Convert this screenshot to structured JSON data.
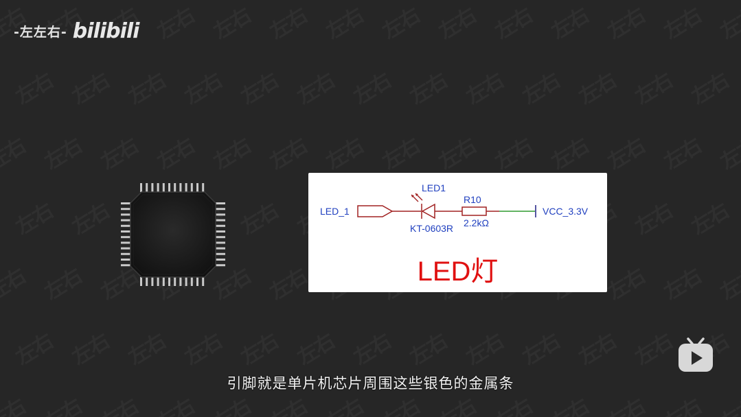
{
  "brand": {
    "channel_name": "-左左右-",
    "logo_text": "bilibili"
  },
  "watermark": {
    "text": "左右"
  },
  "schematic": {
    "net_input": "LED_1",
    "led_designator": "LED1",
    "led_part": "KT-0603R",
    "resistor_designator": "R10",
    "resistor_value": "2.2kΩ",
    "power_net": "VCC_3.3V",
    "caption": "LED灯",
    "colors": {
      "wire": "#a02020",
      "net_wire": "#2e9a2e",
      "label": "#1f3fbf",
      "caption": "#e01010"
    }
  },
  "subtitle": {
    "text": "引脚就是单片机芯片周围这些银色的金属条"
  },
  "icons": {
    "play_badge": "bilibili-tv-play-icon",
    "chip": "qfp-microcontroller-chip-icon"
  }
}
